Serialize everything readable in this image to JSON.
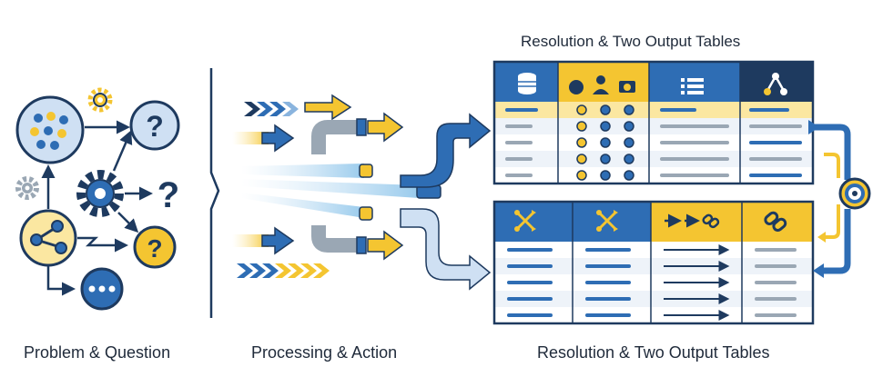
{
  "labels": {
    "problem": "Problem & Question",
    "processing": "Processing & Action",
    "resolution_top": "Resolution & Two Output Tables",
    "resolution_bottom": "Resolution & Two Output Tables"
  },
  "glyphs": {
    "question": "?",
    "ellipsis": "•••"
  },
  "colors": {
    "navy": "#1e3a5f",
    "blue": "#2e6db4",
    "light_blue": "#cfe0f3",
    "yellow": "#f4c531",
    "light_yellow": "#fbe7a1",
    "gray": "#9aa7b4"
  },
  "icons": {
    "table1_headers": [
      "database-icon",
      "circle-person-camera-icon",
      "list-icon",
      "graph-node-icon"
    ],
    "table2_headers": [
      "shuffle-icon",
      "shuffle-icon",
      "arrow-link-icon",
      "link-icon"
    ]
  }
}
